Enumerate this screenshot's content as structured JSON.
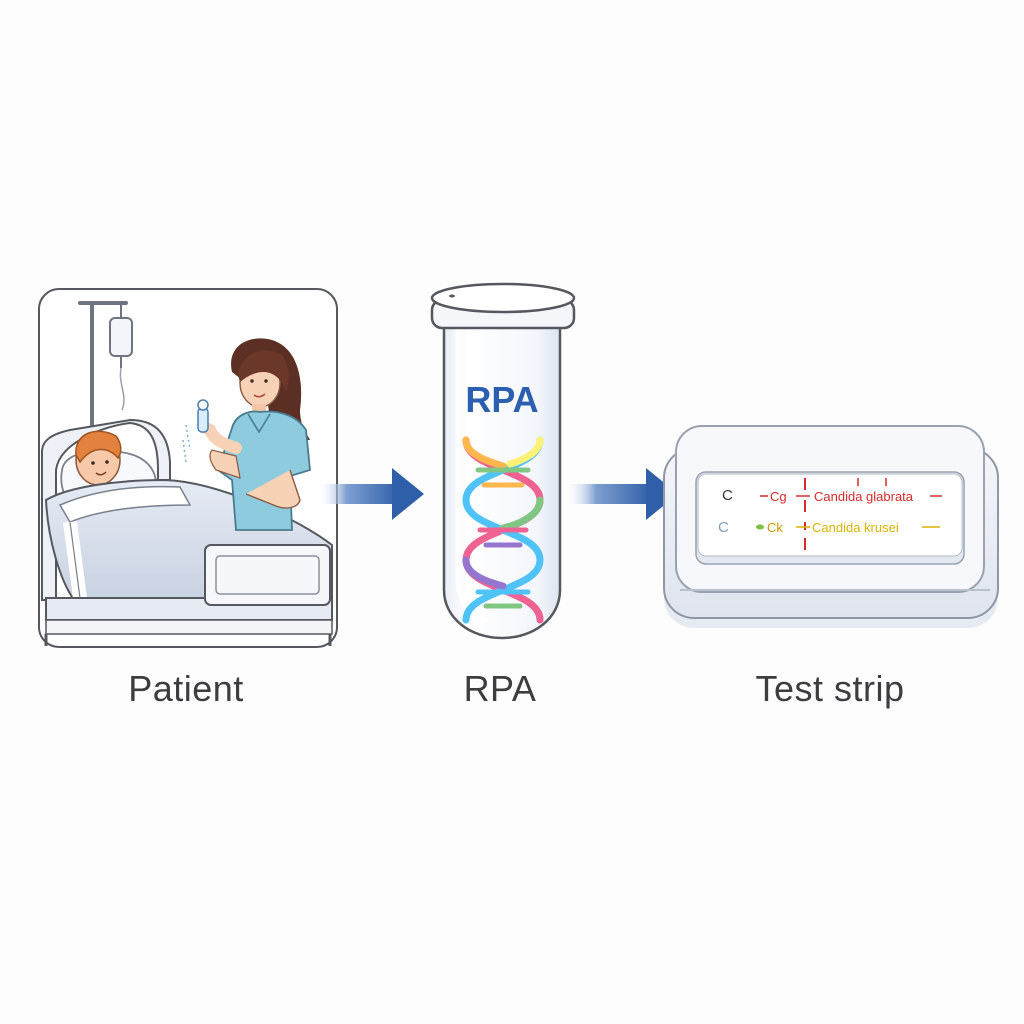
{
  "steps": [
    {
      "label": "Patient",
      "icon": "hospital-bed-icon"
    },
    {
      "label": "RPA",
      "icon": "test-tube-icon"
    },
    {
      "label": "Test strip",
      "icon": "lateral-flow-strip-icon"
    }
  ],
  "tube": {
    "label": "RPA"
  },
  "strip": {
    "rows": [
      {
        "control": "C",
        "code": "Cg",
        "species": "Candida glabrata",
        "color": "#d72a2a"
      },
      {
        "control": "C",
        "code": "Ck",
        "species": "Candida krusei",
        "color": "#d9b400"
      }
    ]
  },
  "colors": {
    "arrow": "#2f5fa8",
    "tube_label": "#2c5fb0",
    "dna": [
      "#f06292",
      "#ffb74d",
      "#fff176",
      "#81c784",
      "#4fc3f7",
      "#9575cd"
    ]
  }
}
